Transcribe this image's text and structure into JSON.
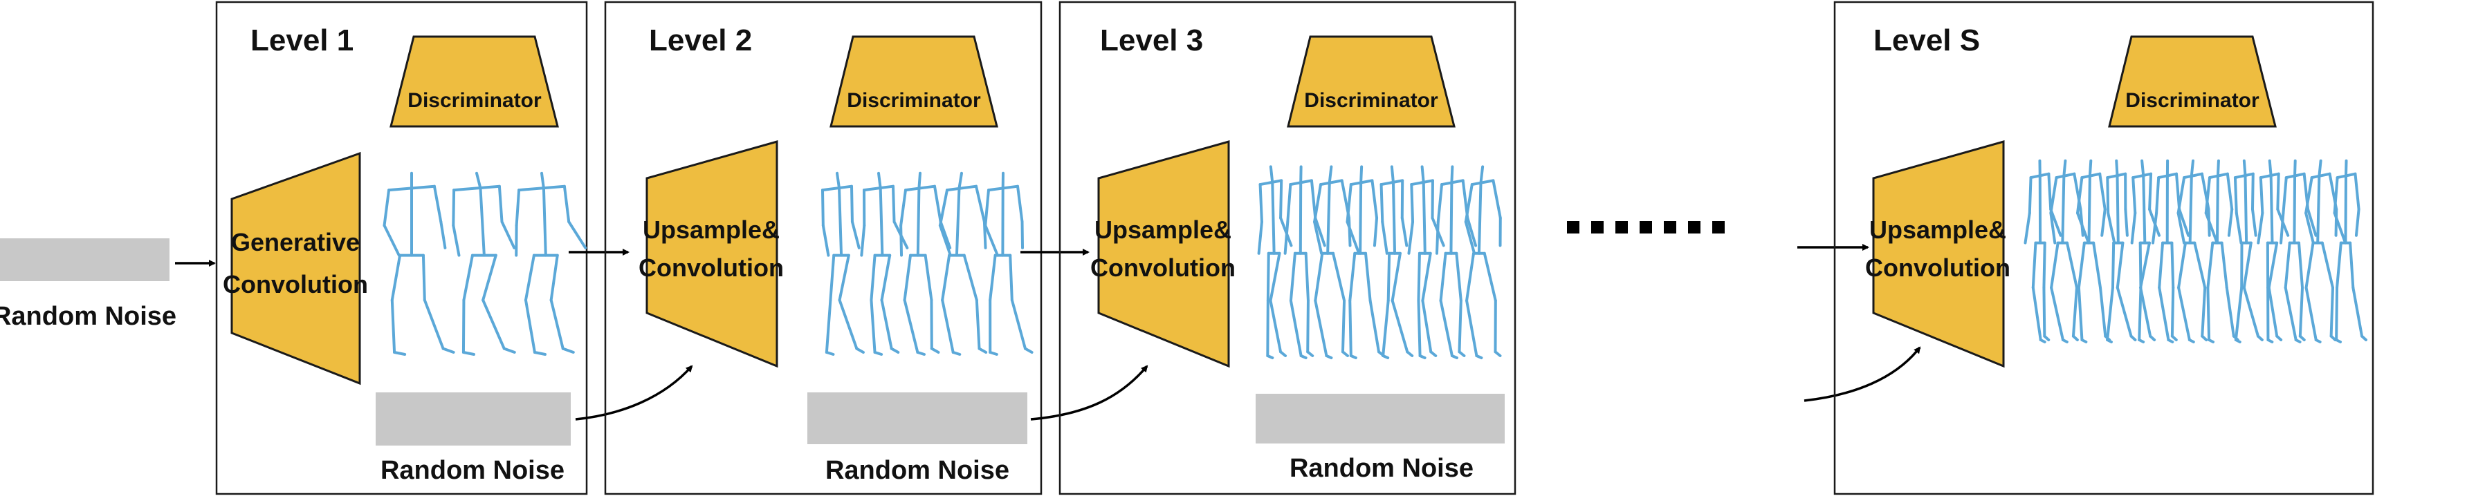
{
  "colors": {
    "block_fill": "#EEBD40",
    "block_stroke": "#1a1a1a",
    "skeleton": "#5BA8D8",
    "noise_fill": "#C8C8C8",
    "frame_stroke": "#1a1a1a",
    "arrow": "#000000"
  },
  "input": {
    "noise_label": "Random Noise"
  },
  "levels": [
    {
      "title": "Level 1",
      "discriminator_label": "Discriminator",
      "generator_label": [
        "Generative",
        "Convolution"
      ],
      "noise_label": "Random Noise",
      "has_noise_bar": true
    },
    {
      "title": "Level 2",
      "discriminator_label": "Discriminator",
      "generator_label": [
        "Upsample&",
        "Convolution"
      ],
      "noise_label": "Random Noise",
      "has_noise_bar": true
    },
    {
      "title": "Level 3",
      "discriminator_label": "Discriminator",
      "generator_label": [
        "Upsample&",
        "Convolution"
      ],
      "noise_label": "Random Noise",
      "has_noise_bar": true
    },
    {
      "title": "Level S",
      "discriminator_label": "Discriminator",
      "generator_label": [
        "Upsample&",
        "Convolution"
      ],
      "noise_label": "",
      "has_noise_bar": false
    }
  ],
  "ellipsis_icon": "dotted-ellipsis"
}
